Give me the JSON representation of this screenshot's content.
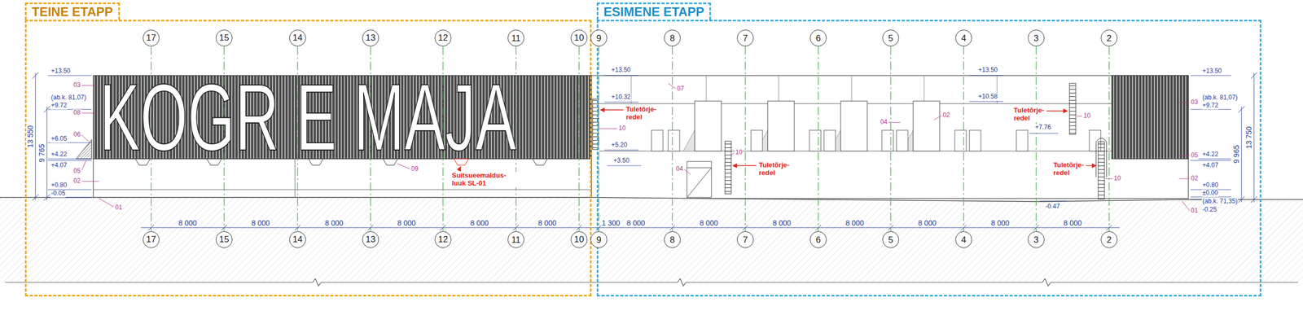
{
  "diagram": {
    "nodes": [
      {
        "text": [
          "TEINE ETAPP"
        ]
      },
      {
        "text": [
          "17"
        ],
        "in": 0
      },
      {
        "text": [
          "15"
        ],
        "in": 0
      },
      {
        "text": [
          "14"
        ],
        "in": 0
      },
      {
        "text": [
          "13"
        ],
        "in": 0
      },
      {
        "text": [
          "12"
        ],
        "in": 0
      },
      {
        "text": [
          "11"
        ],
        "in": 0
      },
      {
        "text": [
          "10"
        ],
        "in": 0
      },
      {
        "text": [
          "17"
        ],
        "in": 0
      },
      {
        "text": [
          "15"
        ],
        "in": 0
      },
      {
        "text": [
          "14"
        ],
        "in": 0
      },
      {
        "text": [
          "13"
        ],
        "in": 0
      },
      {
        "text": [
          "12"
        ],
        "in": 0
      },
      {
        "text": [
          "11"
        ],
        "in": 0
      },
      {
        "text": [
          "10"
        ],
        "in": 0
      },
      {
        "text": [
          "ESIMENE ETAPP"
        ]
      },
      {
        "text": [
          "9"
        ],
        "in": 15
      },
      {
        "text": [
          "8"
        ],
        "in": 15
      },
      {
        "text": [
          "7"
        ],
        "in": 15
      },
      {
        "text": [
          "6"
        ],
        "in": 15
      },
      {
        "text": [
          "5"
        ],
        "in": 15
      },
      {
        "text": [
          "4"
        ],
        "in": 15
      },
      {
        "text": [
          "3"
        ],
        "in": 15
      },
      {
        "text": [
          "2"
        ],
        "in": 15
      },
      {
        "text": [
          "9"
        ],
        "in": 15
      },
      {
        "text": [
          "8"
        ],
        "in": 15
      },
      {
        "text": [
          "7"
        ],
        "in": 15
      },
      {
        "text": [
          "6"
        ],
        "in": 15
      },
      {
        "text": [
          "5"
        ],
        "in": 15
      },
      {
        "text": [
          "4"
        ],
        "in": 15
      },
      {
        "text": [
          "3"
        ],
        "in": 15
      },
      {
        "text": [
          "2"
        ],
        "in": 15
      }
    ],
    "edges": [
      {
        "from": 1,
        "to": 8,
        "arrow": "none"
      },
      {
        "from": 2,
        "to": 9,
        "arrow": "none"
      },
      {
        "from": 3,
        "to": 10,
        "arrow": "none"
      },
      {
        "from": 4,
        "to": 11,
        "arrow": "none"
      },
      {
        "from": 5,
        "to": 12,
        "arrow": "none"
      },
      {
        "from": 6,
        "to": 13,
        "arrow": "none"
      },
      {
        "from": 7,
        "to": 14,
        "arrow": "none"
      },
      {
        "from": 16,
        "to": 24,
        "arrow": "none"
      },
      {
        "from": 17,
        "to": 25,
        "arrow": "none"
      },
      {
        "from": 18,
        "to": 26,
        "arrow": "none"
      },
      {
        "from": 19,
        "to": 27,
        "arrow": "none"
      },
      {
        "from": 20,
        "to": 28,
        "arrow": "none"
      },
      {
        "from": 21,
        "to": 29,
        "arrow": "none"
      },
      {
        "from": 22,
        "to": 30,
        "arrow": "none"
      },
      {
        "from": 23,
        "to": 31,
        "arrow": "none"
      }
    ],
    "labels": [
      "KOGR E MAJA",
      "+13.50",
      "(ab.k. 81,07)",
      "+9.72",
      "+6.05",
      "+4.22",
      "+4.07",
      "+0.80",
      "-0.05",
      "13 550",
      "9 765",
      "03",
      "08",
      "06",
      "05",
      "02",
      "01",
      "09",
      "Suitsueemaldus- luuk SL-01",
      "8 000",
      "8 000",
      "8 000",
      "8 000",
      "8 000",
      "8 000",
      "+13.50",
      "+10.32",
      "Tuletõrje- redel",
      "10",
      "+5.20",
      "+3.50",
      "07",
      "04",
      "10",
      "Tuletõrje- redel",
      "04",
      "02",
      "+13.50",
      "+10.58",
      "Tuletõrje- redel",
      "+7.76",
      "10",
      "Tuletõrje- redel",
      "10",
      "-0.47",
      "+13.50",
      "(ab.k. 81,07)",
      "+9.72",
      "+4.22",
      "+4.07",
      "+0.80",
      "±0.00",
      "(ab.k. 71,35)",
      "-0.25",
      "03",
      "05",
      "02",
      "01",
      "13 750",
      "9 965",
      "1 300",
      "8 000",
      "8 000",
      "8 000",
      "8 000",
      "8 000",
      "8 000",
      "8 000"
    ]
  }
}
